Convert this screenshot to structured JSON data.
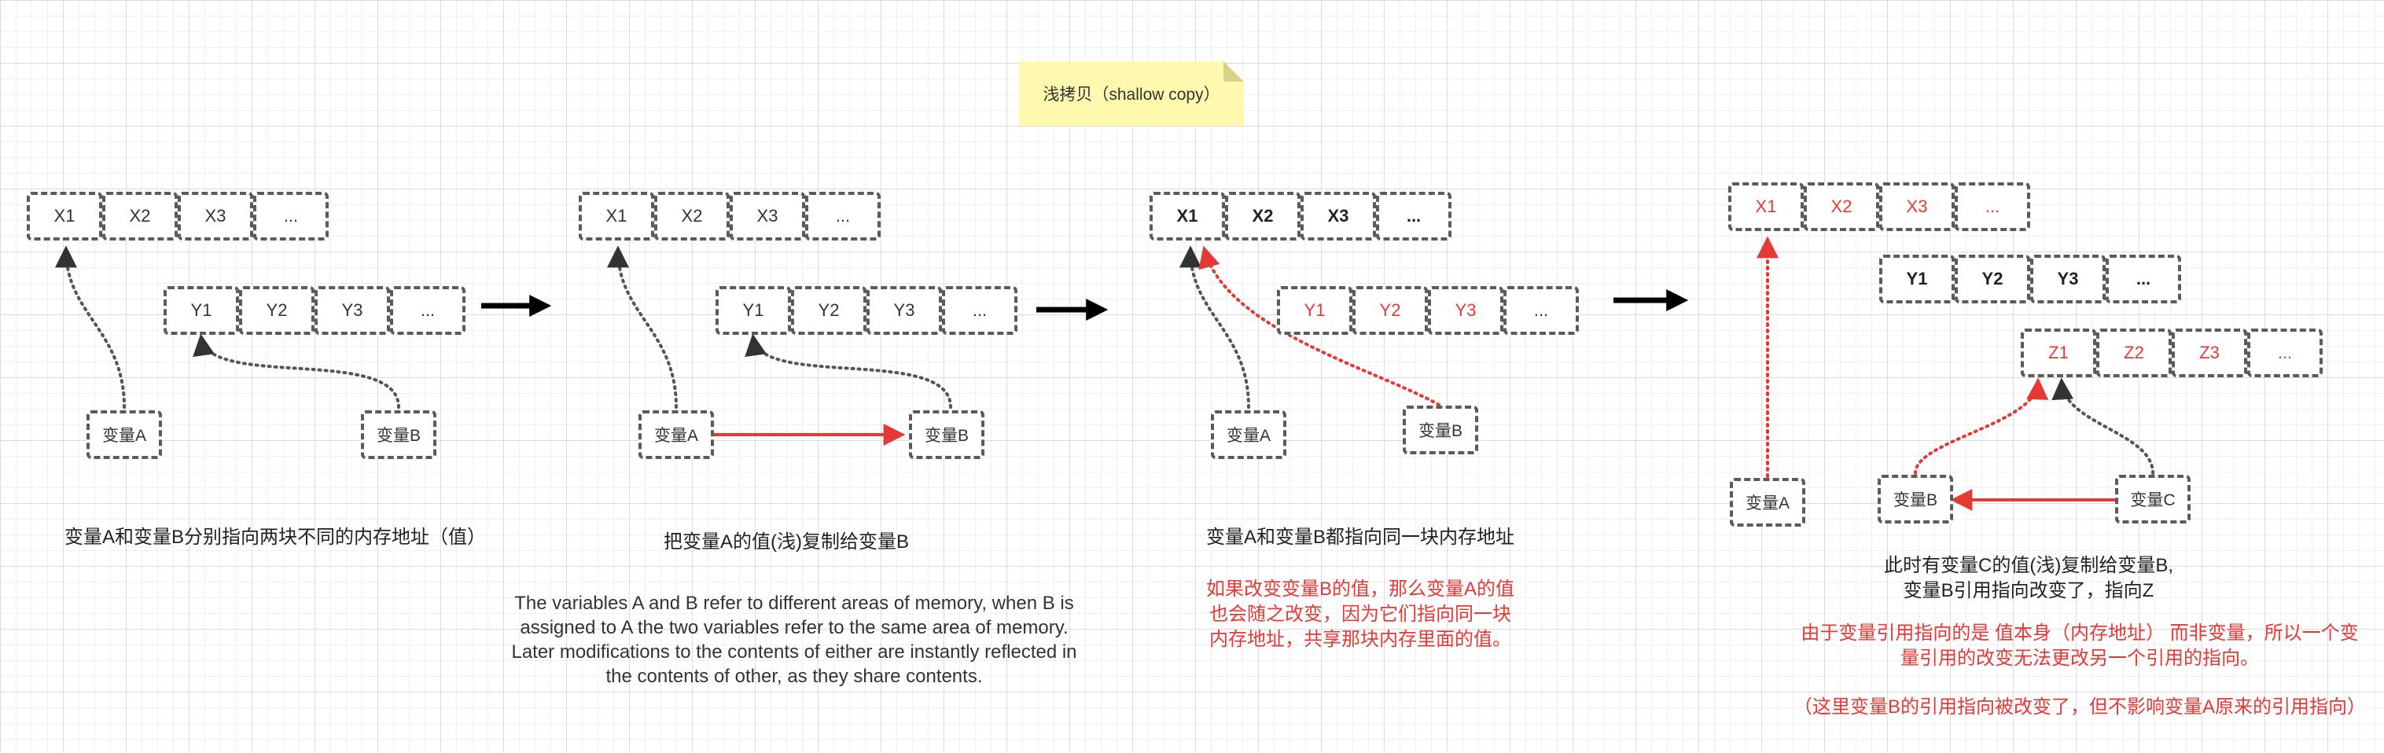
{
  "title_note": "浅拷贝（shallow copy）",
  "panels": [
    {
      "row_x": [
        "X1",
        "X2",
        "X3",
        "..."
      ],
      "row_y": [
        "Y1",
        "Y2",
        "Y3",
        "..."
      ],
      "var_a": "变量A",
      "var_b": "变量B",
      "caption": "变量A和变量B分别指向两块不同的内存地址（值）"
    },
    {
      "row_x": [
        "X1",
        "X2",
        "X3",
        "..."
      ],
      "row_y": [
        "Y1",
        "Y2",
        "Y3",
        "..."
      ],
      "var_a": "变量A",
      "var_b": "变量B",
      "caption": "把变量A的值(浅)复制给变量B",
      "english": [
        "The variables A and B refer to different areas of memory, when B is",
        "assigned to A the two variables refer to the same area of memory.",
        "Later modifications to the contents of either are instantly reflected in",
        "the contents of other, as they share contents."
      ]
    },
    {
      "row_x": [
        "X1",
        "X2",
        "X3",
        "..."
      ],
      "row_y": [
        "Y1",
        "Y2",
        "Y3",
        "..."
      ],
      "var_a": "变量A",
      "var_b": "变量B",
      "caption": "变量A和变量B都指向同一块内存地址",
      "red_note": [
        "如果改变变量B的值，那么变量A的值",
        "也会随之改变，因为它们指向同一块",
        "内存地址，共享那块内存里面的值。"
      ]
    },
    {
      "row_x": [
        "X1",
        "X2",
        "X3",
        "..."
      ],
      "row_y": [
        "Y1",
        "Y2",
        "Y3",
        "..."
      ],
      "row_z": [
        "Z1",
        "Z2",
        "Z3",
        "..."
      ],
      "var_a": "变量A",
      "var_b": "变量B",
      "var_c": "变量C",
      "caption": [
        "此时有变量C的值(浅)复制给变量B,",
        "变量B引用指向改变了，指向Z"
      ],
      "red_note": [
        "由于变量引用指向的是 值本身（内存地址） 而非变量，所以一个变",
        "量引用的改变无法更改另一个引用的指向。"
      ],
      "red_note2": "（这里变量B的引用指向被改变了，但不影响变量A原来的引用指向）"
    }
  ],
  "colors": {
    "dark": "#333333",
    "red": "#e53935",
    "note_bg": "#fff9b0",
    "border": "#5b5b5b"
  }
}
